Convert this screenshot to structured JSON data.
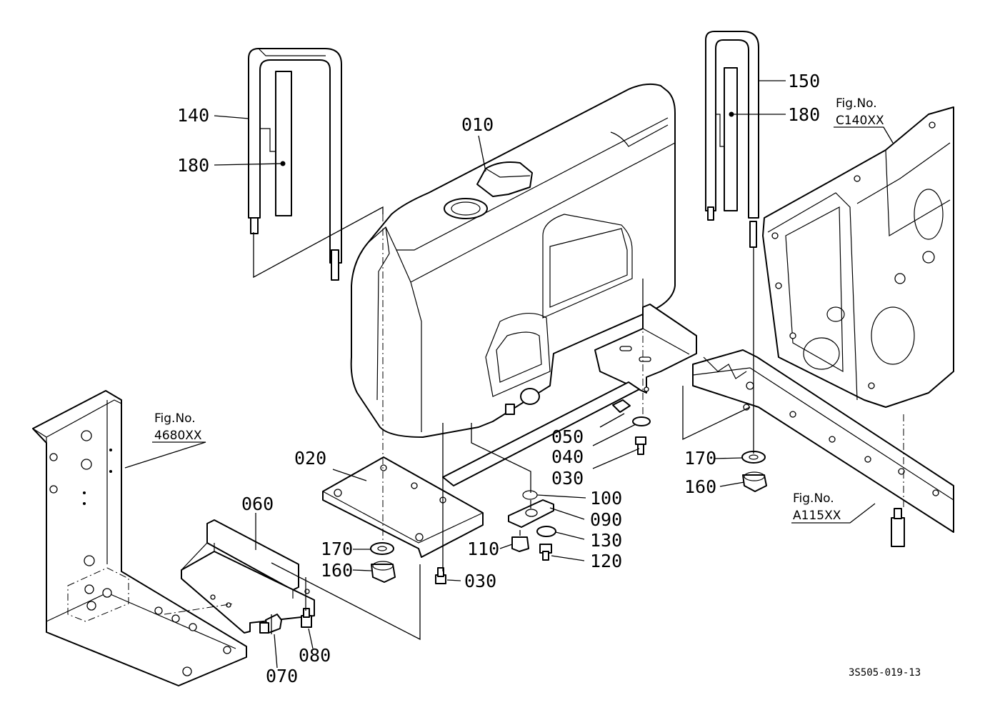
{
  "callouts": [
    {
      "id": "010",
      "label": "010"
    },
    {
      "id": "020",
      "label": "020"
    },
    {
      "id": "030a",
      "label": "030"
    },
    {
      "id": "030b",
      "label": "030"
    },
    {
      "id": "040",
      "label": "040"
    },
    {
      "id": "050",
      "label": "050"
    },
    {
      "id": "060",
      "label": "060"
    },
    {
      "id": "070",
      "label": "070"
    },
    {
      "id": "080",
      "label": "080"
    },
    {
      "id": "090",
      "label": "090"
    },
    {
      "id": "100",
      "label": "100"
    },
    {
      "id": "110",
      "label": "110"
    },
    {
      "id": "120",
      "label": "120"
    },
    {
      "id": "130",
      "label": "130"
    },
    {
      "id": "140",
      "label": "140"
    },
    {
      "id": "150",
      "label": "150"
    },
    {
      "id": "160a",
      "label": "160"
    },
    {
      "id": "160b",
      "label": "160"
    },
    {
      "id": "170a",
      "label": "170"
    },
    {
      "id": "170b",
      "label": "170"
    },
    {
      "id": "180a",
      "label": "180"
    },
    {
      "id": "180b",
      "label": "180"
    }
  ],
  "figure_refs": [
    {
      "id": "c140",
      "prefix": "Fig.No.",
      "number": "C140XX"
    },
    {
      "id": "f4680",
      "prefix": "Fig.No.",
      "number": "4680XX"
    },
    {
      "id": "a115",
      "prefix": "Fig.No.",
      "number": "A115XX"
    }
  ],
  "drawing_code": "3S505-019-13"
}
